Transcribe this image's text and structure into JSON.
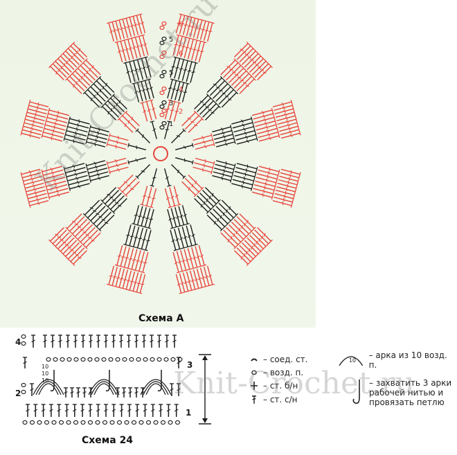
{
  "chart_a": {
    "caption": "Схема A",
    "round_labels": [
      "1",
      "2",
      "3",
      "4",
      "5",
      "6",
      "5",
      "6"
    ],
    "colors": {
      "black": "#1a1a1a",
      "red": "#e8423a",
      "bg": "#eef5e6"
    }
  },
  "chart_24": {
    "caption": "Схема 24",
    "row_labels_left": [
      "4",
      "2"
    ],
    "row_labels_right": [
      "3",
      "1"
    ],
    "arc_label": "10"
  },
  "legend": [
    {
      "icon": "slip-stitch-icon",
      "text": "– соед. ст."
    },
    {
      "icon": "chain-icon",
      "text": "– возд. п."
    },
    {
      "icon": "single-crochet-icon",
      "text": "– ст. б/н"
    },
    {
      "icon": "double-crochet-icon",
      "text": "– ст. с/н"
    },
    {
      "icon": "chain-arc-icon",
      "text": "– арка из 10 возд. п.",
      "icon_label": "10"
    },
    {
      "icon": "join-arcs-icon",
      "text": "– захватить 3 арки\nрабочей нитью и\nпровязать петлю"
    }
  ],
  "watermark": "Knit-Crochet.ru"
}
